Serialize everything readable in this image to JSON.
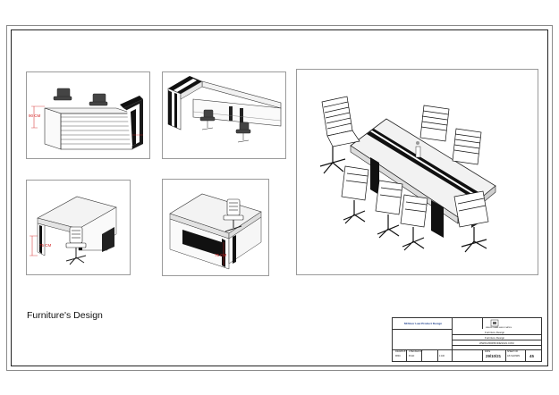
{
  "sheet": {
    "caption": "Furniture's Design"
  },
  "dimensions": {
    "reception_height": "90 CM",
    "workstation_height": "75 CM",
    "desk_height": "75 CM"
  },
  "title_block": {
    "company": "MI Noor Law Product Design",
    "logo_caption": "MEHDI ISMAIL ASSOCIATES",
    "title_line_1": "Furniture Design",
    "title_line_2": "Furniture Design",
    "website": "WWW.MIDIPRODESIGN.COM",
    "date": "29/10/21",
    "sheet_number": "45",
    "tick_label_left": "MISC",
    "tick_label_mid": "PLAN",
    "tick_label_right": "1:100",
    "field_label_a": "DRAWN BY",
    "field_label_b": "CHECKED BY",
    "field_label_c": "DATE",
    "field_label_d": "SHEET NO",
    "scale_value": "AS SHOWN"
  }
}
